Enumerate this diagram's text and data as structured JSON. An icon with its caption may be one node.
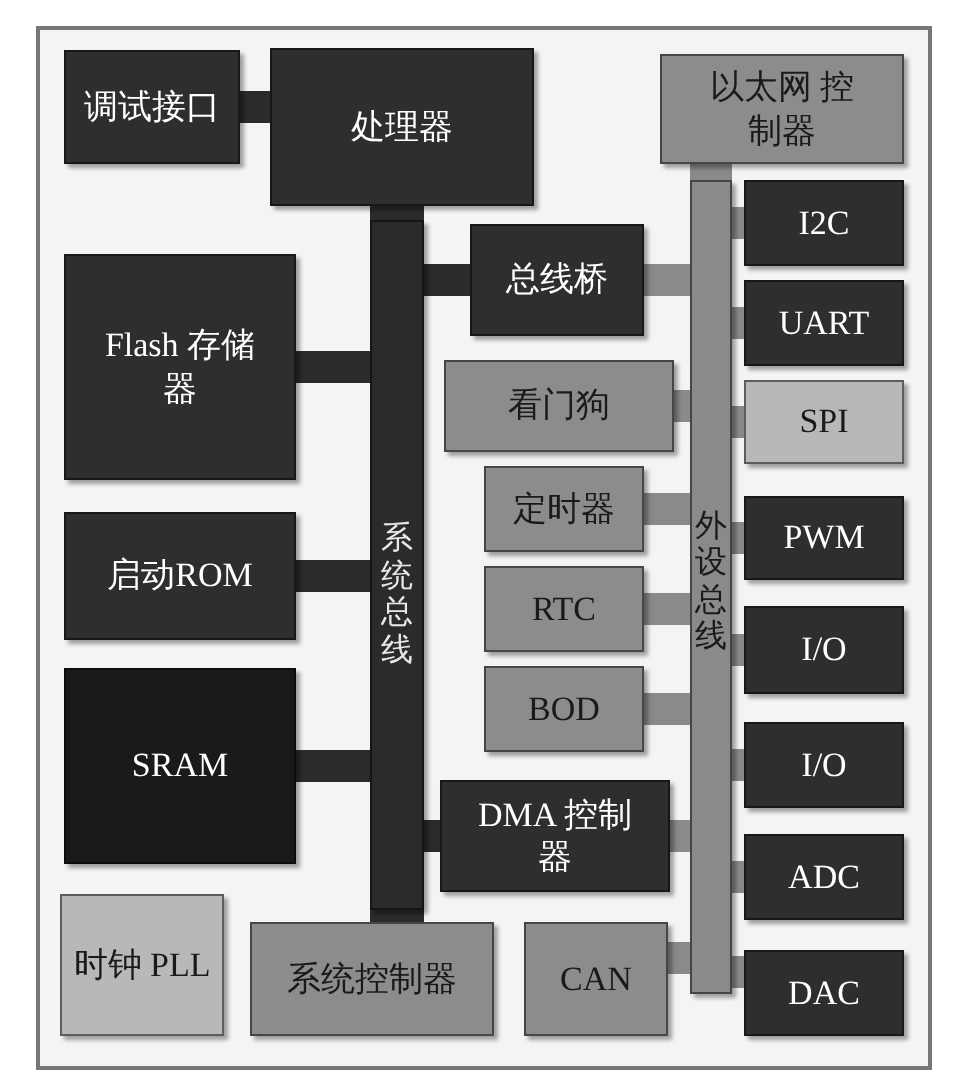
{
  "diagram": {
    "nodes": [
      {
        "text": [
          "调试接口"
        ]
      },
      {
        "text": [
          "处理器"
        ]
      },
      {
        "text": [
          "以太网 控制器"
        ]
      },
      {
        "text": [
          "I2C"
        ]
      },
      {
        "text": [
          "Flash 存储器"
        ]
      },
      {
        "text": [
          "总线桥"
        ]
      },
      {
        "text": [
          "UART"
        ]
      },
      {
        "text": [
          "看门狗"
        ]
      },
      {
        "text": [
          "SPI"
        ]
      },
      {
        "text": [
          "定时器"
        ]
      },
      {
        "text": [
          "PWM"
        ]
      },
      {
        "text": [
          "启动ROM"
        ]
      },
      {
        "text": [
          "系统总线"
        ]
      },
      {
        "text": [
          "外设总线"
        ]
      },
      {
        "text": [
          "RTC"
        ]
      },
      {
        "text": [
          "I/O"
        ]
      },
      {
        "text": [
          "BOD"
        ]
      },
      {
        "text": [
          "SRAM"
        ]
      },
      {
        "text": [
          "I/O"
        ]
      },
      {
        "text": [
          "DMA 控制器"
        ]
      },
      {
        "text": [
          "ADC"
        ]
      },
      {
        "text": [
          "时钟 PLL"
        ]
      },
      {
        "text": [
          "系统控制器"
        ]
      },
      {
        "text": [
          "CAN"
        ]
      },
      {
        "text": [
          "DAC"
        ]
      }
    ],
    "edges": [
      {
        "from": 0,
        "to": 1,
        "arrow": "none",
        "color": "#2b2b2b"
      },
      {
        "from": 1,
        "to": 12,
        "arrow": "none",
        "color": "#2b2b2b"
      },
      {
        "from": 4,
        "to": 12,
        "arrow": "none",
        "color": "#2b2b2b"
      },
      {
        "from": 11,
        "to": 12,
        "arrow": "none",
        "color": "#2b2b2b"
      },
      {
        "from": 17,
        "to": 12,
        "arrow": "none",
        "color": "#2b2b2b"
      },
      {
        "from": 12,
        "to": 5,
        "arrow": "none",
        "color": "#2b2b2b"
      },
      {
        "from": 12,
        "to": 19,
        "arrow": "none",
        "color": "#2b2b2b"
      },
      {
        "from": 12,
        "to": 22,
        "arrow": "none",
        "color": "#2b2b2b"
      },
      {
        "from": 5,
        "to": 13,
        "arrow": "none"
      },
      {
        "from": 2,
        "to": 13,
        "arrow": "none"
      },
      {
        "from": 13,
        "to": 3,
        "arrow": "none"
      },
      {
        "from": 13,
        "to": 6,
        "arrow": "none"
      },
      {
        "from": 7,
        "to": 13,
        "arrow": "none"
      },
      {
        "from": 13,
        "to": 8,
        "arrow": "none"
      },
      {
        "from": 9,
        "to": 13,
        "arrow": "none"
      },
      {
        "from": 13,
        "to": 10,
        "arrow": "none"
      },
      {
        "from": 14,
        "to": 13,
        "arrow": "none"
      },
      {
        "from": 13,
        "to": 15,
        "arrow": "none"
      },
      {
        "from": 16,
        "to": 13,
        "arrow": "none"
      },
      {
        "from": 13,
        "to": 18,
        "arrow": "none"
      },
      {
        "from": 19,
        "to": 13,
        "arrow": "none"
      },
      {
        "from": 13,
        "to": 20,
        "arrow": "none"
      },
      {
        "from": 23,
        "to": 13,
        "arrow": "none"
      },
      {
        "from": 13,
        "to": 24,
        "arrow": "none"
      }
    ]
  }
}
